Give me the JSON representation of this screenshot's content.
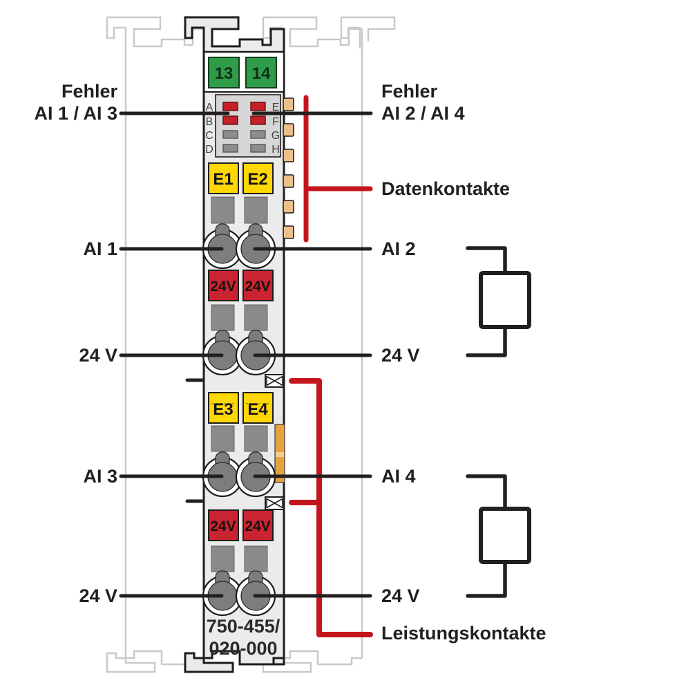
{
  "colors": {
    "module_body": "#ebebeb",
    "outline": "#1d1d1d",
    "neighbor_outline": "#c9c9c9",
    "green_terminal": "#2f9c49",
    "yellow_terminal": "#ffd704",
    "red_terminal": "#c92430",
    "led_red": "#c32028",
    "led_off_gray": "#8d8d8d",
    "led_panel": "#d6d6d6",
    "clamp_gray": "#7d7d7d",
    "gray_square": "#8a8a8a",
    "data_contact_gold": "#ecc08b",
    "latch_orange": "#e6a23f",
    "annotation_red": "#c3161c",
    "annotation_black": "#231f20"
  },
  "module": {
    "part_number_line1": "750-455/",
    "part_number_line2": "020-000",
    "power_terminals": [
      "13",
      "14"
    ],
    "led_labels_left": [
      "A",
      "B",
      "C",
      "D"
    ],
    "led_labels_right": [
      "E",
      "F",
      "G",
      "H"
    ],
    "input_labels_top": [
      "E1",
      "E2"
    ],
    "input_labels_bottom": [
      "E3",
      "E4"
    ],
    "supply_terminal_label": "24V"
  },
  "annotations": {
    "fehler_left_line1": "Fehler",
    "fehler_left_line2": "AI 1 / AI 3",
    "fehler_right_line1": "Fehler",
    "fehler_right_line2": "AI 2 / AI 4",
    "datenkontakte": "Datenkontakte",
    "leistungskontakte": "Leistungskontakte",
    "ai1": "AI 1",
    "ai2": "AI 2",
    "ai3": "AI 3",
    "ai4": "AI 4",
    "v24": "24 V"
  }
}
